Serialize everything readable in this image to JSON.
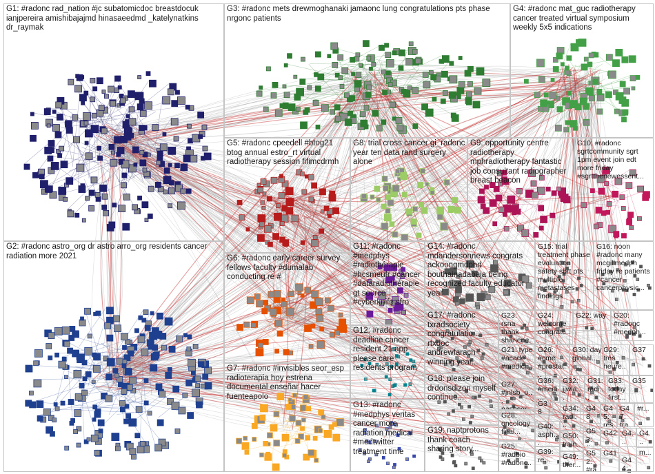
{
  "groups": [
    {
      "id": "G1",
      "label": "G1: #radonc rad_nation #jc subatomicdoc breastdocuk ianjpereira amishibajajmd hinasaeedmd _katelynatkins dr_raymak",
      "color": "#1f1f6b"
    },
    {
      "id": "G2",
      "label": "G2: #radonc astro_org dr astro arro_org residents cancer radiation more 2021",
      "color": "#1f3f8f"
    },
    {
      "id": "G3",
      "label": "G3: #radonc mets drewmoghanaki jamaonc lung congratulations pts phase nrgonc patients",
      "color": "#2e7d32"
    },
    {
      "id": "G4",
      "label": "G4: #radonc mat_guc radiotherapy cancer treated virtual symposium weekly 5x5 indications",
      "color": "#43a047"
    },
    {
      "id": "G5",
      "label": "G5: #radonc cpeedell #btog21 btog annual estro_rt virtual radiotherapy session fifimcdrmh",
      "color": "#b71c1c"
    },
    {
      "id": "G6",
      "label": "G6: #radonc early career survey fellows faculty #dumalab conducting re #",
      "color": "#e65100"
    },
    {
      "id": "G7",
      "label": "G7: #radonc #invisibles seor_esp radioterapia hoy estrena documental enseñar hacer fuenteapolo",
      "color": "#f9a825"
    },
    {
      "id": "G8",
      "label": "G8: trial cross cancer gi_radonc year ten data rand surgery alone",
      "color": "#9ccc65"
    },
    {
      "id": "G9",
      "label": "G9: opportunity centre radiotherapy mphradiotherapy fantastic job consultant radiographer breast beacon",
      "color": "#ad1457"
    },
    {
      "id": "G10",
      "label": "G10: #radonc sgrtcommunity sgrt 1pm event join edt more friday #sgrtthenewessent...",
      "color": "#c2185b"
    },
    {
      "id": "G11",
      "label": "G11: #radonc #medphys #radiothérapie #hcsmeufr #cancer #dataradiothérapie gt source #cyberknife sfro",
      "color": "#6a1b9a"
    },
    {
      "id": "G12",
      "label": "G12: #radonc deadline cancer resident 21 app please care residents program",
      "color": "#00838f"
    },
    {
      "id": "G13",
      "label": "G13: #radonc #medphys veritas cancer more radiation medical #medtwitter treatment time",
      "color": "#3949ab"
    },
    {
      "id": "G14",
      "label": "G14: #radonc mdandersonnews congrats ackoongmdphd bouthainadabaja being recognized faculty educator year",
      "color": "#555555"
    },
    {
      "id": "G15",
      "label": "G15: trial treatment phase evaluation safety sbrt pts multiple metastases findings",
      "color": "#555555"
    },
    {
      "id": "G16",
      "label": "G16: noon #radonc many mcgillmedph friday re patients #cancer cancerphysic...",
      "color": "#555555"
    },
    {
      "id": "G17",
      "label": "G17: #radonc txradsociety congratulatio... rtxdoc andrewfarach winning year...",
      "color": "#555555"
    },
    {
      "id": "G18",
      "label": "G18: please join drdonsdizon myself continue...",
      "color": "#555555"
    },
    {
      "id": "G19",
      "label": "G19: naptprotons thank coach sharing story...",
      "color": "#555555"
    },
    {
      "id": "G20",
      "label": "G20: #radonc #medph...",
      "color": "#555555"
    },
    {
      "id": "G21",
      "label": "G21: type #acade... #medici...",
      "color": "#555555"
    },
    {
      "id": "G22",
      "label": "G22: way",
      "color": "#555555"
    },
    {
      "id": "G23",
      "label": "G23: rsna thank shariene...",
      "color": "#555555"
    },
    {
      "id": "G24",
      "label": "G24: welcome congratu...",
      "color": "#555555"
    },
    {
      "id": "G25",
      "label": "G25: #radbio #radonc...",
      "color": "#555555"
    },
    {
      "id": "G26",
      "label": "G26: #cme #prostat... #radonc...",
      "color": "#555555"
    },
    {
      "id": "G27",
      "label": "G27: #jnlsb_o... nasbsor...",
      "color": "#555555"
    },
    {
      "id": "G28",
      "label": "G28: oncology final...",
      "color": "#555555"
    },
    {
      "id": "G29",
      "label": "G29: très heure...",
      "color": "#555555"
    },
    {
      "id": "G30",
      "label": "G30: day global...",
      "color": "#555555"
    },
    {
      "id": "G31",
      "label": "G31: radi... #on...",
      "color": "#555555"
    },
    {
      "id": "G32",
      "label": "G32: jjwla...",
      "color": "#555555"
    },
    {
      "id": "G33",
      "label": "G33: today first...",
      "color": "#555555"
    },
    {
      "id": "G34",
      "label": "G34: radi... #rad...",
      "color": "#555555"
    },
    {
      "id": "G35",
      "label": "G35",
      "color": "#555555"
    },
    {
      "id": "G36",
      "label": "G36: #medi...",
      "color": "#555555"
    },
    {
      "id": "G37",
      "label": "G37",
      "color": "#555555"
    },
    {
      "id": "G38",
      "label": "G38",
      "color": "#555555"
    },
    {
      "id": "G39",
      "label": "G39: re...",
      "color": "#555555"
    },
    {
      "id": "G40",
      "label": "G40: asph...",
      "color": "#555555"
    },
    {
      "id": "G41",
      "label": "G41",
      "color": "#555555"
    },
    {
      "id": "G42",
      "label": "G42",
      "color": "#555555"
    },
    {
      "id": "G43",
      "label": "G4...",
      "color": "#555555"
    },
    {
      "id": "G44",
      "label": "G44: ...",
      "color": "#555555"
    },
    {
      "id": "G45",
      "label": "G45: res...",
      "color": "#555555"
    },
    {
      "id": "G46",
      "label": "G4...",
      "color": "#555555"
    },
    {
      "id": "G47",
      "label": "G47: tra...",
      "color": "#555555"
    },
    {
      "id": "G48",
      "label": "G48",
      "color": "#555555"
    },
    {
      "id": "G49",
      "label": "G49: ther...",
      "color": "#555555"
    },
    {
      "id": "G50",
      "label": "G50: train...",
      "color": "#555555"
    },
    {
      "id": "G51",
      "label": "G51: #ra...",
      "color": "#555555"
    },
    {
      "id": "G52",
      "label": "G52: #ra...",
      "color": "#555555"
    },
    {
      "id": "G53",
      "label": "G53: #ra...",
      "color": "#555555"
    },
    {
      "id": "G54",
      "label": "...",
      "color": "#555555"
    },
    {
      "id": "G55",
      "label": "#r...",
      "color": "#555555"
    },
    {
      "id": "G56",
      "label": "#r...",
      "color": "#555555"
    },
    {
      "id": "G57",
      "label": "m...",
      "color": "#555555"
    },
    {
      "id": "G58",
      "label": "G4...",
      "color": "#555555"
    }
  ]
}
